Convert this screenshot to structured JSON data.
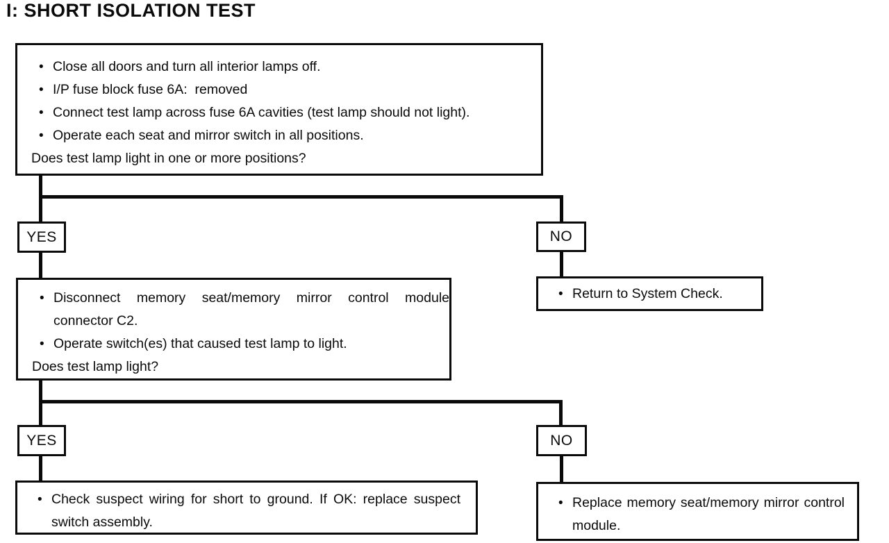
{
  "title": "I: SHORT ISOLATION TEST",
  "icons": {
    "bullet": "•"
  },
  "colors": {
    "ink": "#0a0a0a",
    "background": "#ffffff"
  },
  "flow": {
    "step1": {
      "bullets": [
        "Close all doors and turn all interior lamps off.",
        "I/P fuse block fuse 6A:  removed",
        "Connect test lamp across fuse 6A cavities (test lamp should not light).",
        "Operate each seat and mirror switch in all positions."
      ],
      "question": "Does test lamp light in one or more positions?"
    },
    "branch1": {
      "yes_label": "YES",
      "no_label": "NO"
    },
    "step2_yes": {
      "bullets": [
        "Disconnect memory seat/memory mirror control module connector C2.",
        "Operate switch(es) that caused test lamp to light."
      ],
      "question": "Does test lamp light?"
    },
    "step2_no": {
      "bullets": [
        "Return to System Check."
      ]
    },
    "branch2": {
      "yes_label": "YES",
      "no_label": "NO"
    },
    "step3_yes": {
      "bullets": [
        "Check suspect wiring for short to ground. If OK: replace suspect switch assembly."
      ]
    },
    "step3_no": {
      "bullets": [
        "Replace memory seat/memory mirror control module."
      ]
    }
  }
}
